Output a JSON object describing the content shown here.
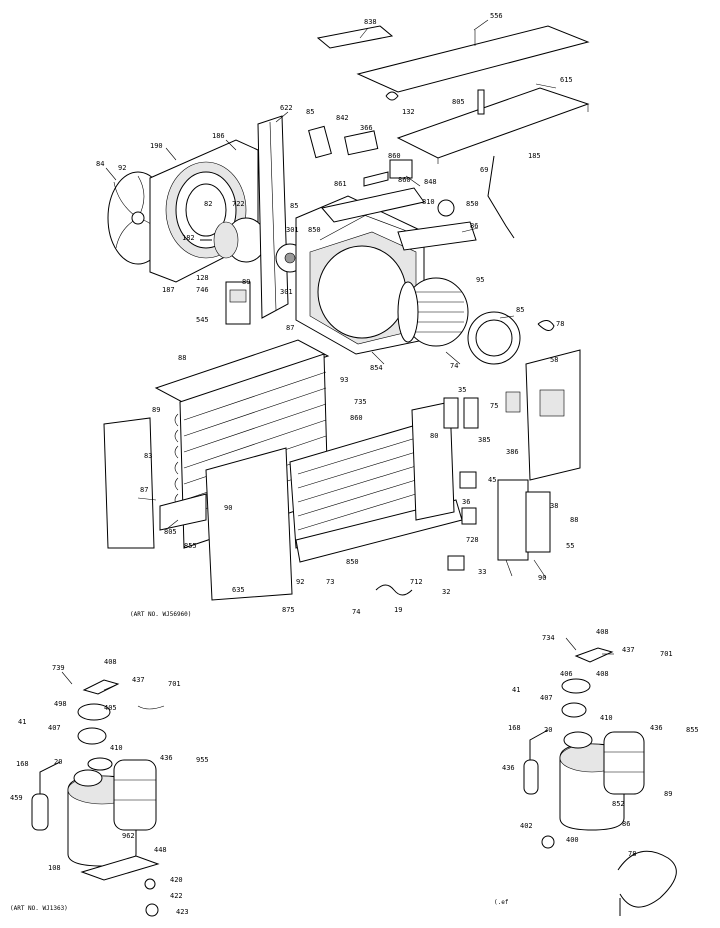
{
  "captions": {
    "main": "(ART NO. WJ56960)",
    "lower_left": "(ART NO. WJ1363)",
    "stray_mark": "(.ef"
  },
  "callouts": [
    "838",
    "556",
    "615",
    "622",
    "85",
    "842",
    "366",
    "805",
    "132",
    "186",
    "185",
    "190",
    "84",
    "92",
    "69",
    "860",
    "861",
    "848",
    "860",
    "810",
    "850",
    "128",
    "82",
    "86",
    "182",
    "187",
    "722",
    "301",
    "301",
    "85",
    "746",
    "545",
    "89",
    "850",
    "95",
    "74",
    "78",
    "85",
    "87",
    "735",
    "93",
    "35",
    "854",
    "88",
    "89",
    "860",
    "58",
    "80",
    "87",
    "83",
    "90",
    "385",
    "386",
    "45",
    "36",
    "728",
    "38",
    "90",
    "75",
    "55",
    "88",
    "32",
    "33",
    "805",
    "855",
    "635",
    "850",
    "92",
    "73",
    "712",
    "875",
    "74",
    "19"
  ],
  "lower_left_labels": [
    "739",
    "408",
    "437",
    "498",
    "405",
    "701",
    "41",
    "407",
    "410",
    "436",
    "955",
    "168",
    "20",
    "459",
    "108",
    "962",
    "448",
    "420",
    "422",
    "423"
  ],
  "lower_right_labels": [
    "734",
    "408",
    "437",
    "701",
    "406",
    "408",
    "41",
    "407",
    "410",
    "436",
    "855",
    "168",
    "20",
    "436",
    "852",
    "89",
    "402",
    "400",
    "86",
    "78"
  ]
}
